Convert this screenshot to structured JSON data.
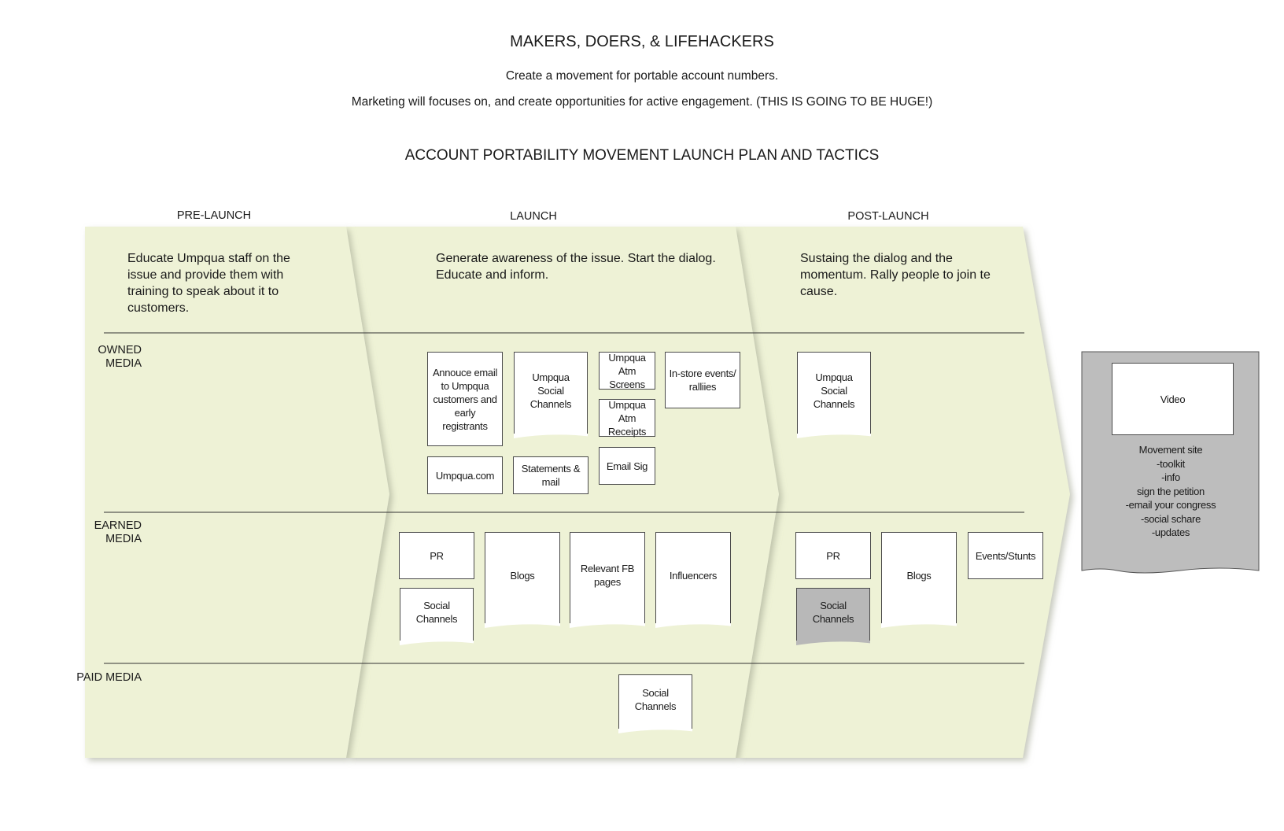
{
  "header": {
    "title": "MAKERS, DOERS, & LIFEHACKERS",
    "subtitle1": "Create a movement for portable account numbers.",
    "subtitle2": "Marketing will focuses on, and create opportunities for active engagement. (THIS IS GOING TO BE HUGE!)",
    "plan_title": "ACCOUNT PORTABILITY MOVEMENT LAUNCH PLAN AND TACTICS"
  },
  "phases": {
    "pre": {
      "label": "PRE-LAUNCH",
      "desc": "Educate Umpqua staff on the issue and provide them with training to speak about it to customers."
    },
    "launch": {
      "label": "LAUNCH",
      "desc": "Generate awareness of the issue. Start the dialog. Educate and inform."
    },
    "post": {
      "label": "POST-LAUNCH",
      "desc": "Sustaing the dialog and the momentum. Rally people to join te cause."
    }
  },
  "rows": {
    "owned": "OWNED MEDIA",
    "earned": "EARNED MEDIA",
    "paid": "PAID MEDIA"
  },
  "cards": {
    "annouce_email": "Annouce email to Umpqua customers and early registrants",
    "umpqua_social_launch": "Umpqua Social Channels",
    "atm_screens": "Umpqua Atm Screens",
    "atm_receipts": "Umpqua Atm Receipts",
    "instore_events": "In-store events/ ralliies",
    "umpqua_com": "Umpqua.com",
    "statements_mail": "Statements & mail",
    "email_sig": "Email Sig",
    "umpqua_social_post": "Umpqua Social Channels",
    "pr_launch": "PR",
    "social_launch": "Social Channels",
    "blogs_launch": "Blogs",
    "relevant_fb": "Relevant FB pages",
    "influencers": "Influencers",
    "pr_post": "PR",
    "social_post": "Social Channels",
    "blogs_post": "Blogs",
    "events_stunts": "Events/Stunts",
    "paid_social": "Social Channels"
  },
  "outcome": {
    "video": "Video",
    "lines": [
      "Movement site",
      "-toolkit",
      "-info",
      "sign the petition",
      "-email your congress",
      "-social schare",
      "-updates"
    ]
  },
  "colors": {
    "phase_fill": "#eef2d6",
    "phase_shadow": "#c7cbb4",
    "outcome_fill": "#bdbdbd",
    "highlight_card": "#b8b8b8"
  }
}
